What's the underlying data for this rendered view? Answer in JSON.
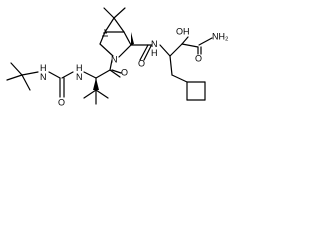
{
  "molecule": {
    "labels": {
      "nh_tbu": "H\nN",
      "nh_urea": "H\nN",
      "o_urea": "O",
      "n_ring": "N",
      "o_amide1": "O",
      "nh_amide": "N\nH",
      "o_amide2": "O",
      "oh": "OH",
      "o_amide3": "O",
      "nh2": "NH₂"
    }
  }
}
